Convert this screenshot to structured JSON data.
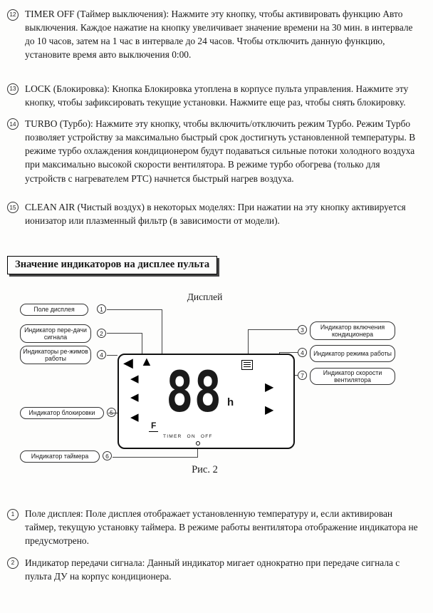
{
  "top_items": [
    {
      "num": "12",
      "label": "TIMER OFF (Таймер выключения):",
      "text": "Нажмите эту кнопку, чтобы активировать функцию Авто выключения. Каждое нажатие на кнопку увеличивает значение времени на 30 мин. в интервале до 10 часов, затем на 1 час в интервале до 24 часов. Чтобы отключить данную функцию, установите время авто выключения 0:00."
    },
    {
      "num": "13",
      "label": "LOCK (Блокировка):",
      "text": "Кнопка Блокировка утоплена в корпусе пульта управления. Нажмите эту кнопку, чтобы зафиксировать текущие установки. Нажмите еще раз, чтобы снять блокировку."
    },
    {
      "num": "14",
      "label": "TURBO (Турбо):",
      "text": "Нажмите эту кнопку, чтобы включить/отключить режим Турбо. Режим Турбо позволяет устройству за максимально быстрый срок достигнуть установленной температуры. В режиме турбо охлаждения кондиционером будут подаваться сильные потоки холодного воздуха при максимально высокой скорости вентилятора. В режиме турбо обогрева (только для устройств с нагревателем PTC) начнется быстрый нагрев воздуха."
    },
    {
      "num": "15",
      "label": "CLEAN AIR (Чистый воздух) в некоторых моделях:",
      "text": "При нажатии на эту кнопку активируется ионизатор или плазменный фильтр (в зависимости от модели)."
    }
  ],
  "section": {
    "title": "Значение индикаторов на дисплее пульта"
  },
  "diagram": {
    "title": "Дисплей",
    "caption": "Рис. 2",
    "left_callouts": [
      {
        "num": "1",
        "label": "Поле дисплея"
      },
      {
        "num": "2",
        "label": "Индикатор пере-дачи сигнала"
      },
      {
        "num": "4",
        "label": "Индикаторы ре-жимов работы"
      },
      {
        "num": "5",
        "label": "Индикатор блокировки"
      },
      {
        "num": "6",
        "label": "Индикатор таймера"
      }
    ],
    "right_callouts": [
      {
        "num": "3",
        "label": "Индикатор включения кондиционера"
      },
      {
        "num": "4",
        "label": "Индикатор режима работы"
      },
      {
        "num": "7",
        "label": "Индикатор скорости вентилятора"
      }
    ],
    "display": {
      "digits": "88",
      "hours_label": "h",
      "timer_label": "TIMER ON OFF",
      "f_label": "F"
    },
    "icons": {
      "triangle_left": "◀",
      "triangle_up": "▲",
      "triangle_right": "▶"
    }
  },
  "bottom_items": [
    {
      "num": "1",
      "label": "Поле дисплея:",
      "text": "Поле дисплея отображает установленную температуру и, если активирован таймер, текущую установку таймера. В режиме работы вентилятора отображение индикатора не предусмотрено."
    },
    {
      "num": "2",
      "label": "Индикатор передачи сигнала:",
      "text": "Данный индикатор мигает однократно при передаче сигнала с пульта ДУ на корпус кондиционера."
    }
  ]
}
